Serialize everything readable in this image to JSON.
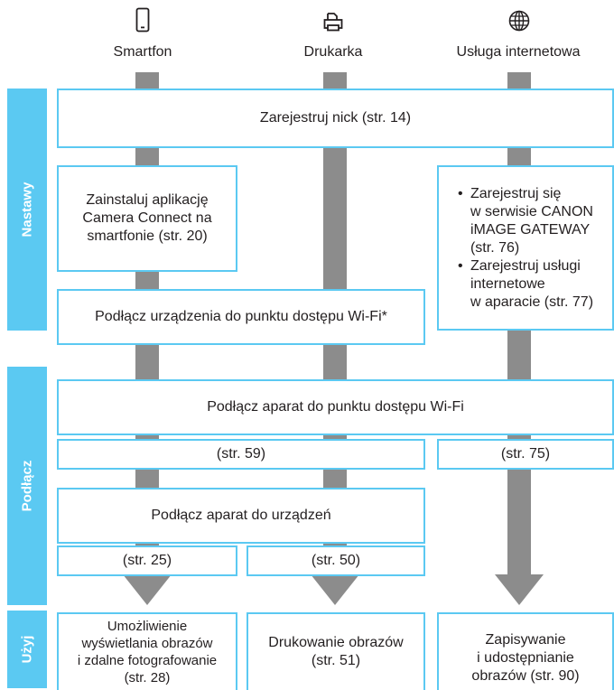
{
  "columns": [
    {
      "label": "Smartfon",
      "icon": "smartphone-icon"
    },
    {
      "label": "Drukarka",
      "icon": "printer-icon"
    },
    {
      "label": "Usługa internetowa",
      "icon": "globe-icon"
    }
  ],
  "sections": {
    "setup": "Nastawy",
    "connect": "Podłącz",
    "use": "Użyj"
  },
  "setup": {
    "register_nick": "Zarejestruj nick (str. 14)",
    "install_app": "Zainstaluj aplikację\nCamera Connect na\nsmartfonie (str. 20)",
    "web_steps": [
      "Zarejestruj się\nw serwisie CANON\niMAGE GATEWAY\n(str. 76)",
      "Zarejestruj usługi\ninternetowe\nw aparacie (str. 77)"
    ],
    "connect_devices_ap": "Podłącz urządzenia do punktu dostępu Wi-Fi*"
  },
  "connect": {
    "camera_to_ap": "Podłącz aparat do punktu dostępu Wi-Fi",
    "ref_59": "(str. 59)",
    "ref_75": "(str. 75)",
    "camera_to_devices": "Podłącz aparat do urządzeń",
    "ref_25": "(str. 25)",
    "ref_50": "(str. 50)"
  },
  "use": {
    "smartphone": "Umożliwienie\nwyświetlania obrazów\ni zdalne fotografowanie\n(str. 28)",
    "printer": "Drukowanie obrazów\n(str. 51)",
    "web": "Zapisywanie\ni udostępnianie\nobrazów (str. 90)"
  },
  "colors": {
    "accent": "#5bc9f2",
    "connector": "#8c8c8c",
    "text": "#231f20"
  }
}
